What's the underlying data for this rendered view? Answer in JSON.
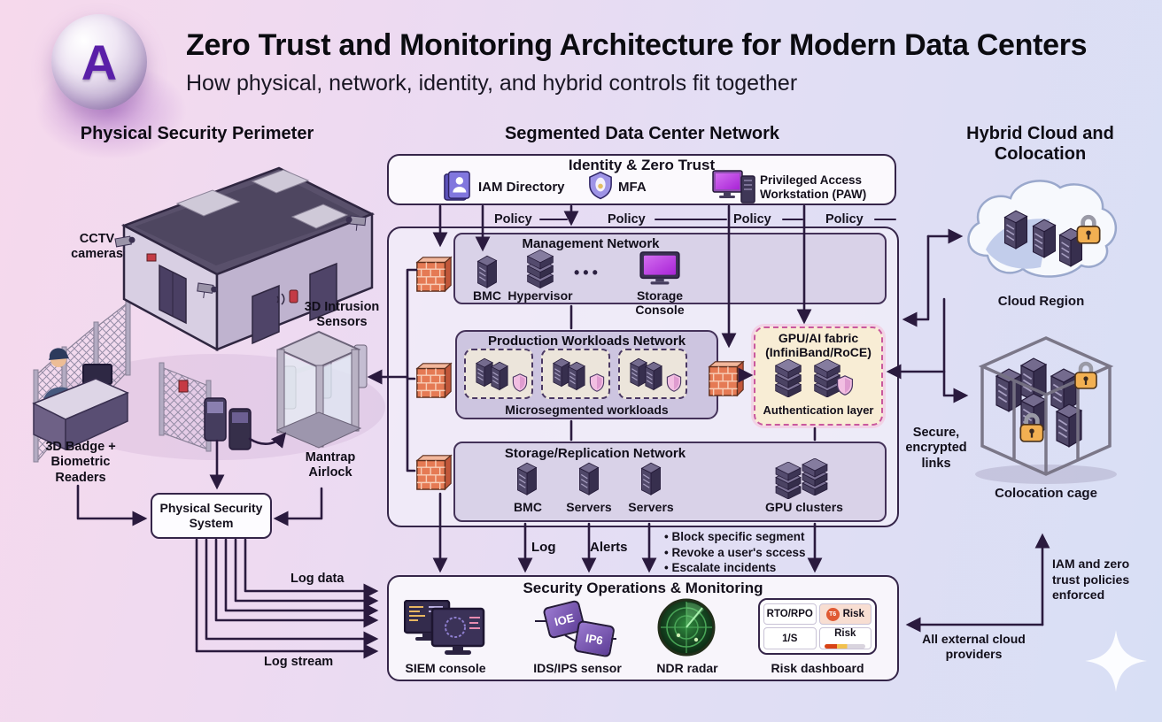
{
  "header": {
    "logo_letter": "A",
    "title": "Zero Trust and Monitoring Architecture for Modern Data Centers",
    "subtitle": "How physical, network, identity, and hybrid controls fit together"
  },
  "physical": {
    "heading": "Physical Security Perimeter",
    "cctv": "CCTV cameras",
    "intrusion": "3D Intrusion Sensors",
    "badge_readers": "3D Badge + Biometric Readers",
    "mantrap": "Mantrap Airlock",
    "pss": "Physical Security System",
    "log_data": "Log data",
    "log_stream": "Log stream"
  },
  "network": {
    "heading": "Segmented Data Center Network",
    "identity": {
      "title": "Identity & Zero Trust",
      "items": [
        {
          "label": "IAM Directory",
          "icon": "iam-directory-icon"
        },
        {
          "label": "MFA",
          "icon": "mfa-shield-icon"
        },
        {
          "label": "Privileged Access Workstation (PAW)",
          "icon": "paw-workstation-icon"
        }
      ]
    },
    "policy_label": "Policy",
    "policy_count": 4,
    "management": {
      "title": "Management Network",
      "items": [
        {
          "label": "BMC",
          "icon": "server-icon"
        },
        {
          "label": "Hypervisor",
          "icon": "stack-icon"
        },
        {
          "label": "•••",
          "icon": "ellipsis"
        },
        {
          "label": "Storage Console",
          "icon": "monitor-icon"
        }
      ]
    },
    "production": {
      "title": "Production Workloads Network",
      "caption": "Microsegmented workloads",
      "workload_tiles": 3
    },
    "gpu_fabric": {
      "title": "GPU/AI fabric (InfiniBand/RoCE)",
      "caption": "Authentication layer"
    },
    "storage": {
      "title": "Storage/Replication Network",
      "items": [
        {
          "label": "BMC",
          "icon": "server-icon"
        },
        {
          "label": "Servers",
          "icon": "server-icon"
        },
        {
          "label": "Servers",
          "icon": "server-icon"
        },
        {
          "label": "GPU clusters",
          "icon": "gpu-cluster-icon"
        }
      ]
    },
    "annotations": {
      "log": "Log",
      "alerts": "Alerts",
      "actions": [
        "Block specific segment",
        "Revoke a user's sccess",
        "Escalate incidents"
      ]
    }
  },
  "secops": {
    "title": "Security Operations & Monitoring",
    "siem_label": "SIEM console",
    "ids_label": "IDS/IPS sensor",
    "ids_badges": [
      "IOE",
      "IP6"
    ],
    "ndr_label": "NDR radar",
    "risk_label": "Risk dashboard",
    "risk_cells": {
      "rto": "RTO/RPO",
      "risk_high": "Risk",
      "rate": "1/S",
      "risk_bar": "Risk",
      "badge": "T6"
    }
  },
  "hybrid": {
    "heading": "Hybrid Cloud and Colocation",
    "cloud_label": "Cloud Region",
    "colo_label": "Colocation cage",
    "secure_links": "Secure, encrypted links",
    "iam_note": "IAM and zero trust policies enforced",
    "providers_note": "All external cloud providers"
  },
  "colors": {
    "arrow": "#2a1a3e",
    "accent_purple": "#5a1fa8",
    "firewall_orange": "#e57a54",
    "lock_orange": "#f2b052",
    "radar_green": "#2f8c3e",
    "screen_magenta": "#b73fe0",
    "network_box_bg": "#d9d2e8",
    "gpu_box_bg": "#f8edd5",
    "gpu_box_border": "#c9589d",
    "risk_red": "#e05a33"
  }
}
